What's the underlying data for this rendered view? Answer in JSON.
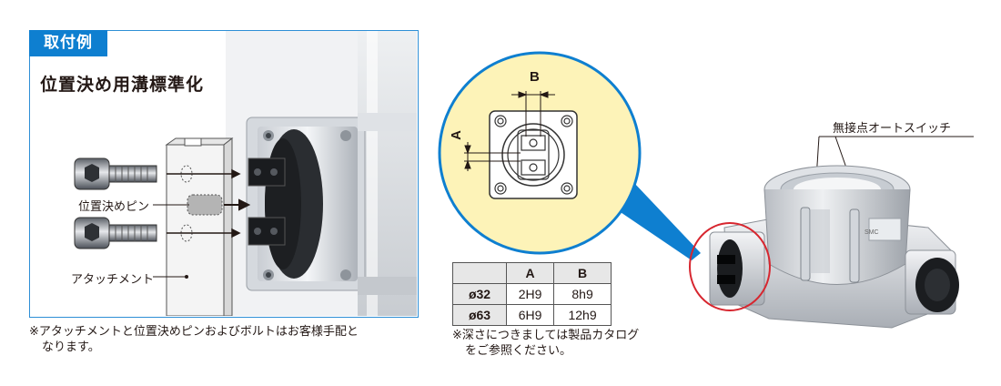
{
  "mounting": {
    "badge": "取付例",
    "heading": "位置決め用溝標準化",
    "label_pin": "位置決めピン",
    "label_attachment": "アタッチメント",
    "note_line1": "※アタッチメントと位置決めピンおよびボルトはお客様手配と",
    "note_line2": "なります。"
  },
  "detail": {
    "dim_a": "A",
    "dim_b": "B",
    "table": {
      "headers": [
        "",
        "A",
        "B"
      ],
      "rows": [
        {
          "size": "ø32",
          "a": "2H9",
          "b": "8h9"
        },
        {
          "size": "ø63",
          "a": "6H9",
          "b": "12h9"
        }
      ]
    },
    "note_line1": "※深さにつきましては製品カタログ",
    "note_line2": "をご参照ください。"
  },
  "product": {
    "switch_label": "無接点オートスイッチ",
    "brand_mark": "SMC"
  },
  "colors": {
    "accent_blue": "#0e7fd0",
    "highlight_red": "#d7262f",
    "circle_bg": "#fdf3b8"
  }
}
